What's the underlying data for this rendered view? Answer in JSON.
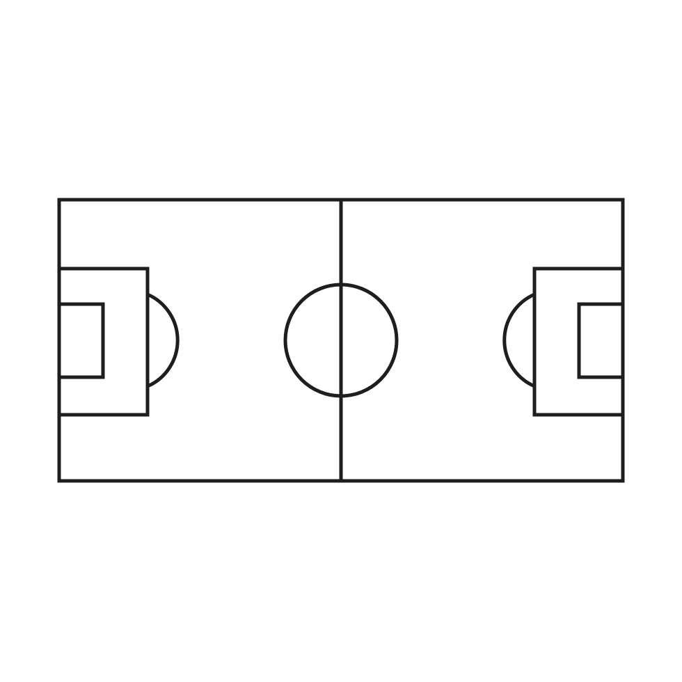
{
  "diagram": {
    "subject": "soccer-field",
    "line_color": "#1e1e1e",
    "background_color": "#ffffff",
    "elements": [
      "outer-boundary",
      "halfway-line",
      "center-circle",
      "left-penalty-area",
      "left-goal-area",
      "left-penalty-arc",
      "right-penalty-area",
      "right-goal-area",
      "right-penalty-arc"
    ]
  }
}
